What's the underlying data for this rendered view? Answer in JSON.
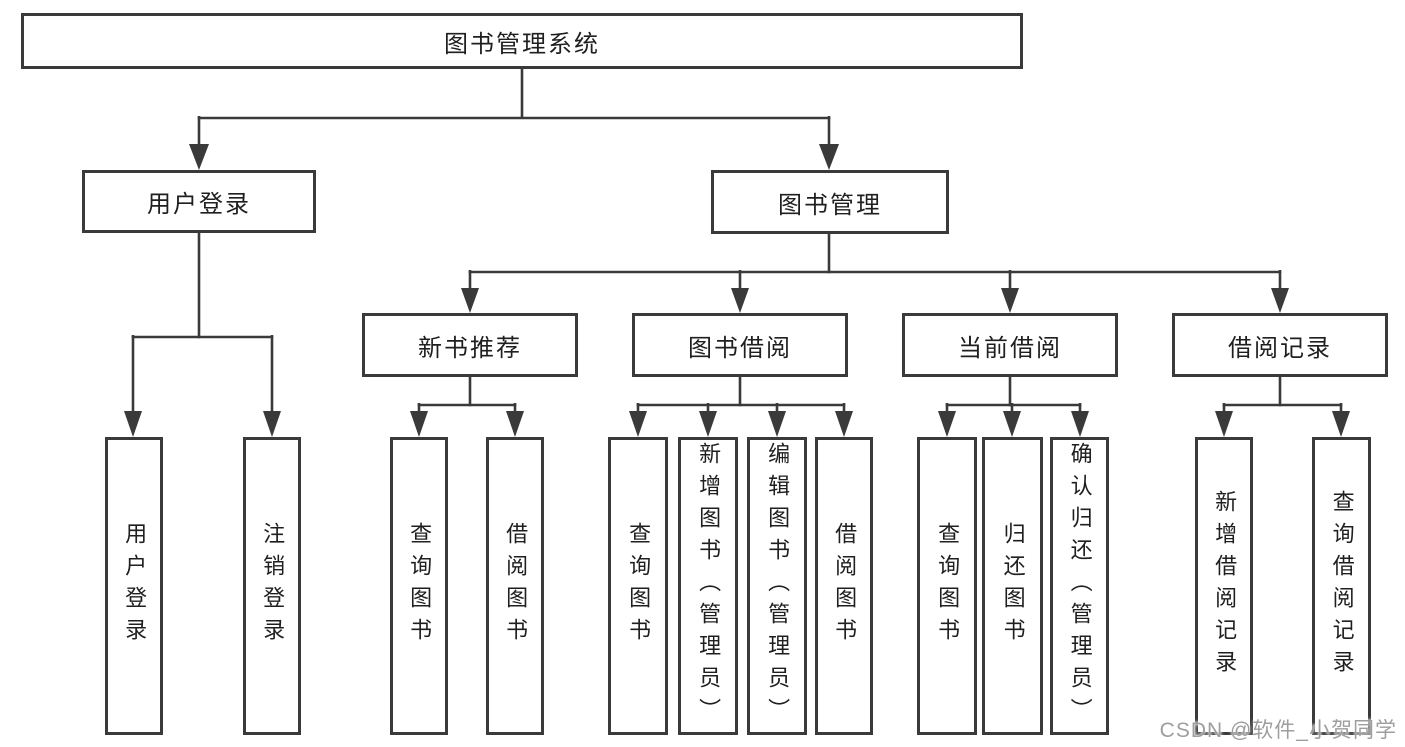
{
  "diagram": {
    "root": "图书管理系统",
    "level2": [
      "用户登录",
      "图书管理"
    ],
    "level3": [
      "新书推荐",
      "图书借阅",
      "当前借阅",
      "借阅记录"
    ],
    "leaves": {
      "user_login": [
        "用户登录",
        "注销登录"
      ],
      "new_book_recommend": [
        "查询图书",
        "借阅图书"
      ],
      "book_borrowing": [
        "查询图书",
        "新增图书（管理员）",
        "编辑图书（管理员）",
        "借阅图书"
      ],
      "current_borrowing": [
        "查询图书",
        "归还图书",
        "确认归还（管理员）"
      ],
      "borrowing_records": [
        "新增借阅记录",
        "查询借阅记录"
      ]
    }
  },
  "watermark": {
    "text": "CSDN @软件_小贺同学"
  },
  "colors": {
    "line": "#3a3a3a",
    "text": "#1f1f1f",
    "watermark": "#9e9e9e",
    "background": "#ffffff"
  }
}
